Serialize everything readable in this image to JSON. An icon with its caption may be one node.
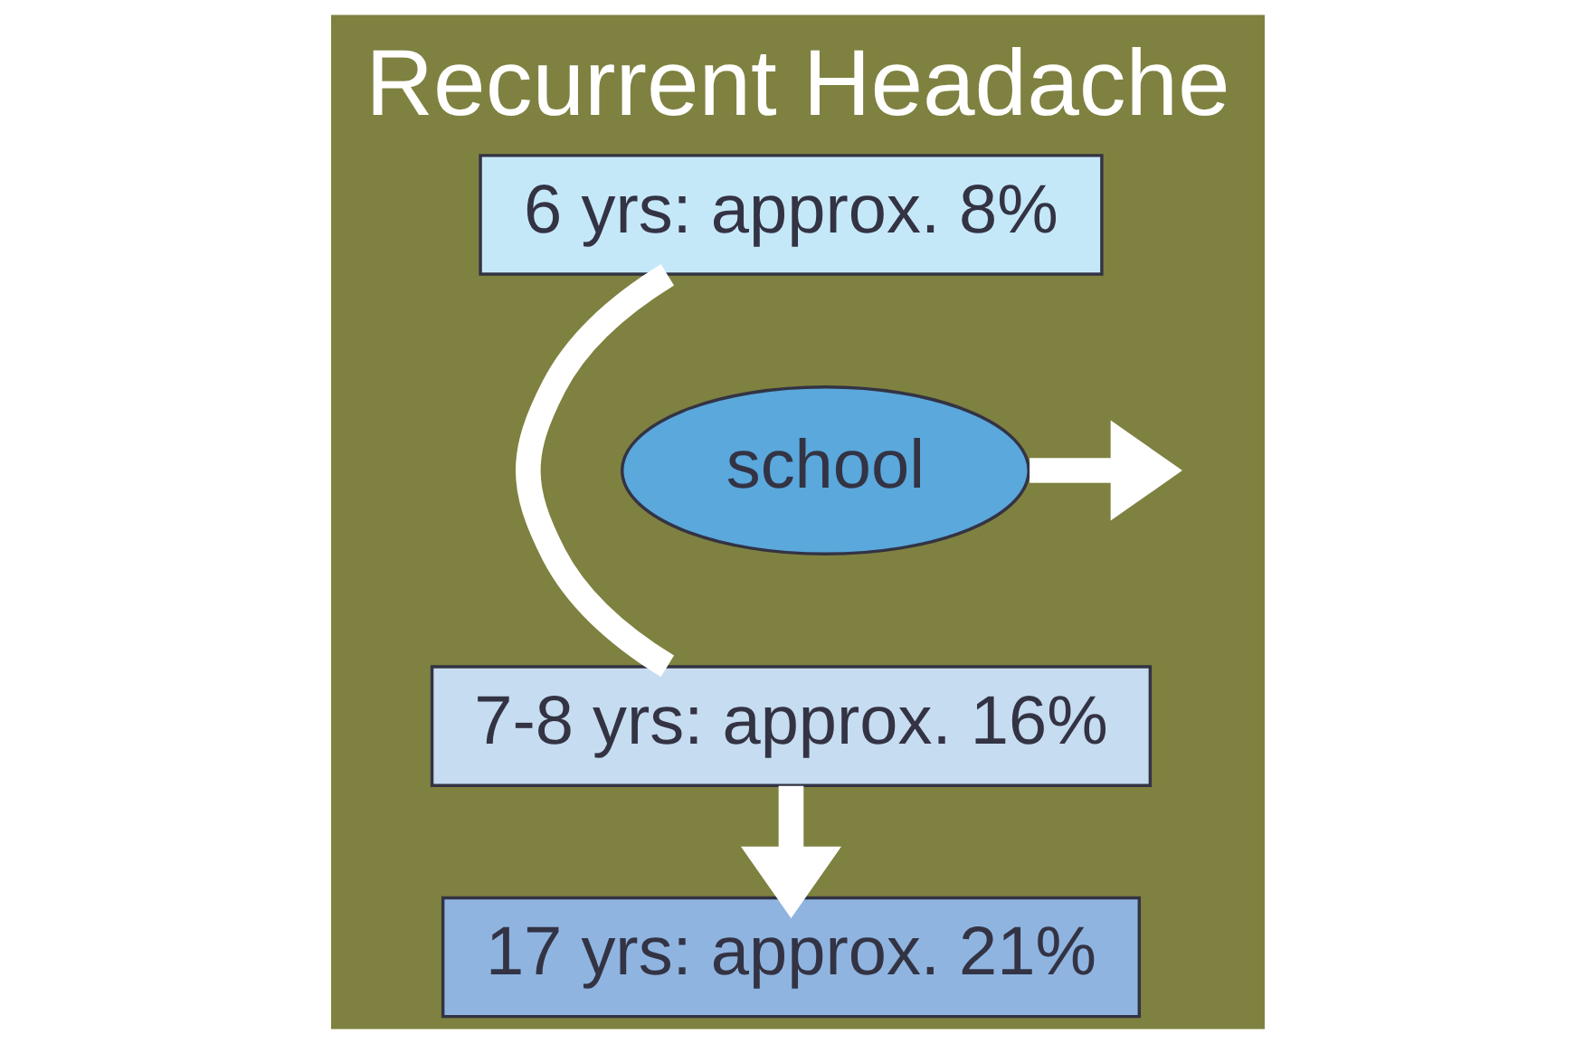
{
  "diagram": {
    "title": "Recurrent Headache",
    "nodes": [
      {
        "text": [
          "6 yrs: approx. 8%"
        ]
      },
      {
        "text": [
          "7-8 yrs: approx. 16%"
        ]
      },
      {
        "text": [
          "17 yrs: approx. 21%"
        ]
      },
      {
        "text": [
          "school"
        ]
      }
    ],
    "edges": [
      {
        "from": 0,
        "to": 1,
        "arrow": "none"
      },
      {
        "from": 1,
        "to": 2,
        "arrow": "to"
      },
      {
        "from": 3,
        "to": null,
        "arrow": "to"
      }
    ]
  }
}
